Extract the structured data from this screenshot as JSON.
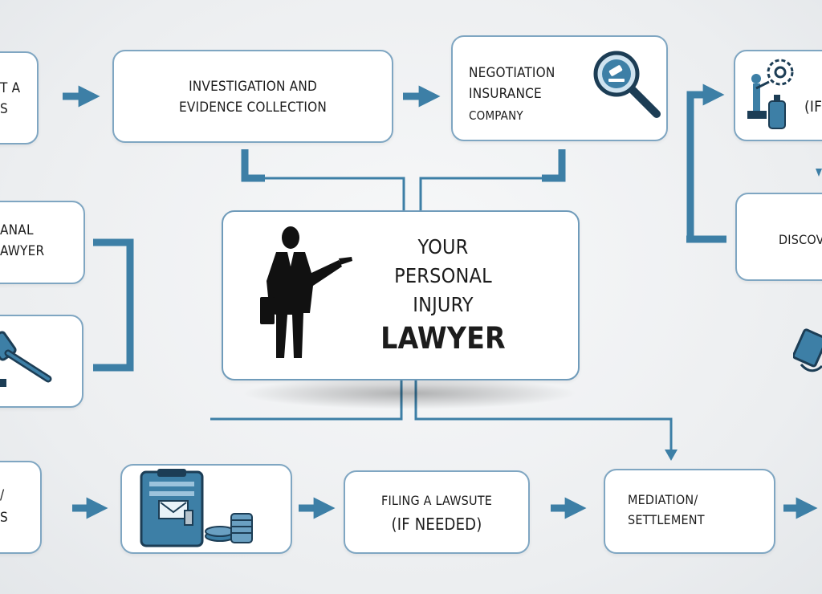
{
  "steps": {
    "top_left_partial": [
      "T A",
      "S"
    ],
    "investigation": [
      "INVESTIGATION AND",
      "EVIDENCE COLLECTION"
    ],
    "negotiation": [
      "NEGOTIATION",
      "INSURANCE",
      "COMPANY"
    ],
    "top_right_partial": "(IF",
    "discovery_partial": "DISCOVE",
    "mid_left_partial": [
      "ANAL",
      "AWYER"
    ],
    "bottom_left_partial": [
      "/",
      "S"
    ],
    "filing": [
      "FILING A LAWSUTE",
      "(IF NEEDED)"
    ],
    "mediation": [
      "MEDIATION/",
      "SETTLEMENT"
    ]
  },
  "center": {
    "line1": "YOUR",
    "line2": "PERSONAL",
    "line3": "INJURY",
    "line4": "LAWYER"
  },
  "icons": {
    "negotiation": "magnifier-gavel-icon",
    "top_right": "justice-gear-icon",
    "mid_left": "gavel-icon",
    "bottom_left": "clipboard-money-icon",
    "right_edge": "document-stack-icon",
    "center": "lawyer-silhouette-icon"
  },
  "colors": {
    "accent": "#3d7fa6",
    "border": "#7fa6c2"
  }
}
